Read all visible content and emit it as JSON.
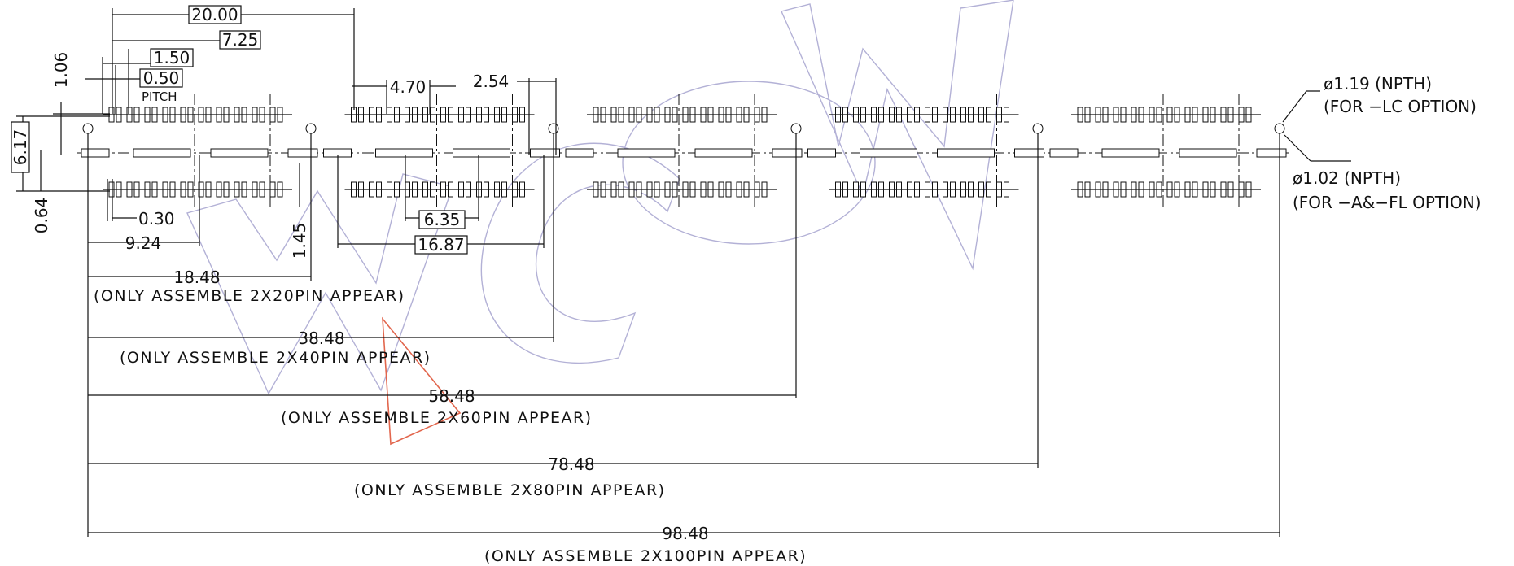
{
  "dimensions": {
    "d_20_00": "20.00",
    "d_7_25": "7.25",
    "d_1_50": "1.50",
    "d_0_50": "0.50",
    "pitch": "PITCH",
    "d_1_06": "1.06",
    "d_6_17": "6.17",
    "d_0_64": "0.64",
    "d_0_30": "0.30",
    "d_9_24": "9.24",
    "d_1_45": "1.45",
    "d_4_70": "4.70",
    "d_2_54": "2.54",
    "d_6_35": "6.35",
    "d_16_87": "16.87",
    "d_18_48": "18.48",
    "d_38_48": "38.48",
    "d_58_48": "58.48",
    "d_78_48": "78.48",
    "d_98_48": "98.48"
  },
  "notes": {
    "assemble_20": "(ONLY ASSEMBLE 2X20PIN APPEAR)",
    "assemble_40": "(ONLY ASSEMBLE 2X40PIN APPEAR)",
    "assemble_60": "(ONLY ASSEMBLE 2X60PIN APPEAR)",
    "assemble_80": "(ONLY ASSEMBLE 2X80PIN APPEAR)",
    "assemble_100": "(ONLY ASSEMBLE 2X100PIN APPEAR)"
  },
  "callouts": {
    "npth_119": "ø1.19 (NPTH)",
    "lc_option": "(FOR −LC OPTION)",
    "npth_102": "ø1.02 (NPTH)",
    "afl_option": "(FOR −A&−FL OPTION)"
  },
  "watermark": "WCON",
  "colors": {
    "line": "#111111",
    "watermark": "#b3b1d6",
    "logo_triangle": "#e2664d"
  }
}
